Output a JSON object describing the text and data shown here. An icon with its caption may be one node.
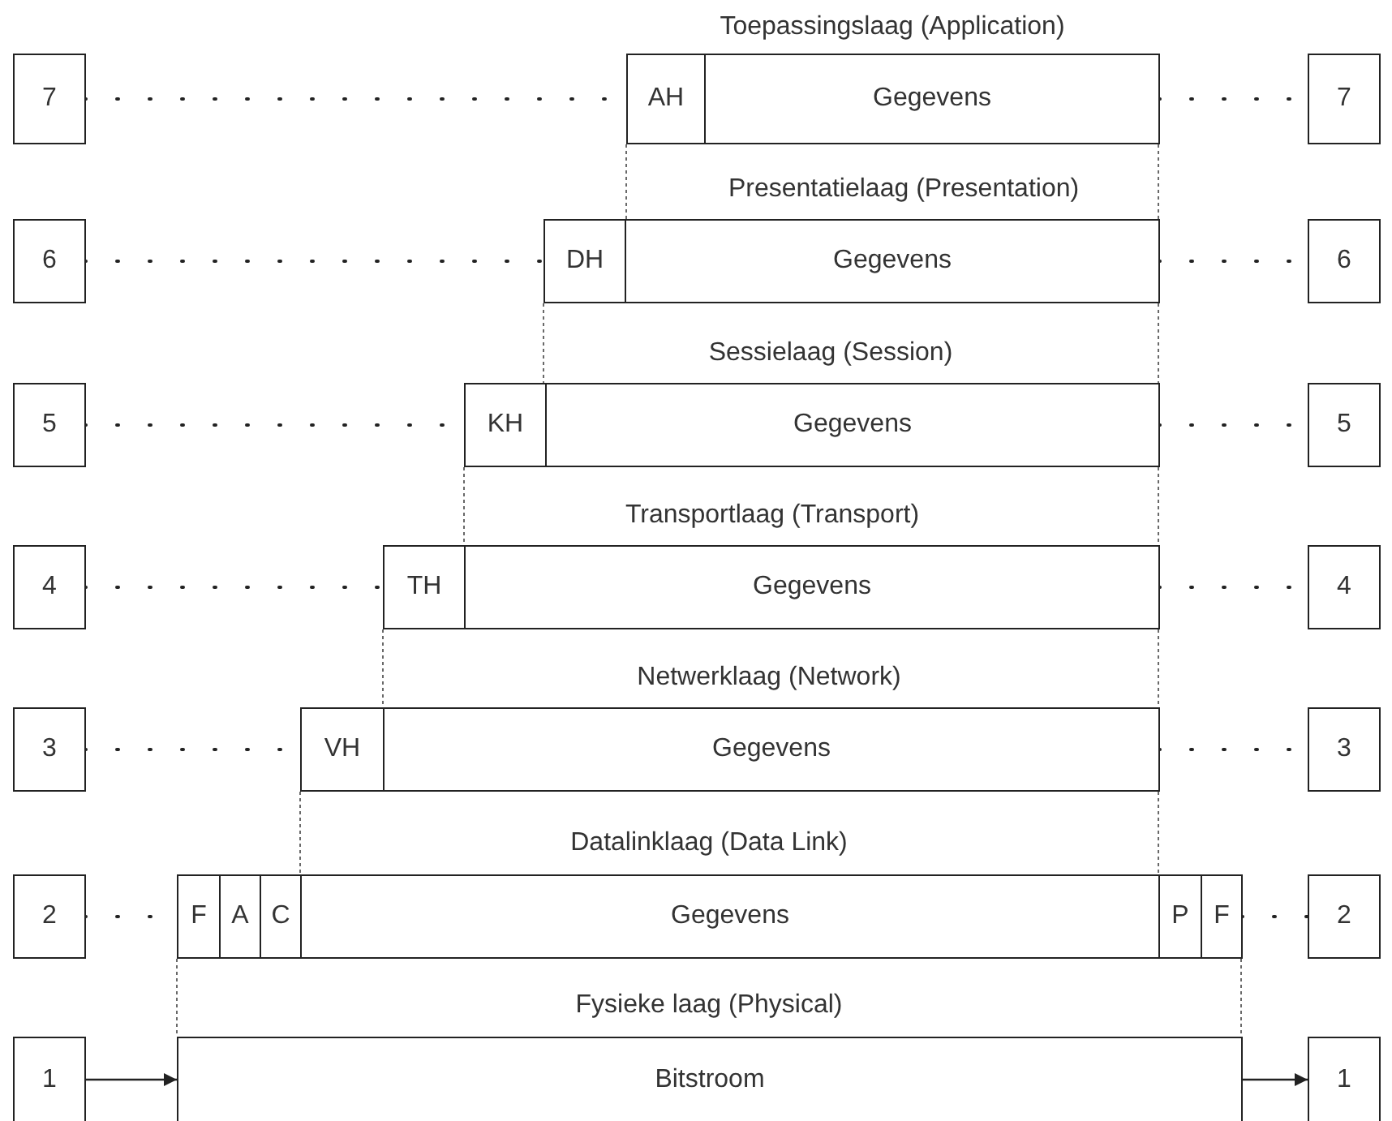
{
  "diagram": {
    "nodes": [
      {
        "text": [
          "7"
        ]
      },
      {
        "text": [
          "AH"
        ]
      },
      {
        "text": [
          "Gegevens"
        ]
      },
      {
        "text": [
          "7"
        ]
      },
      {
        "text": [
          "6"
        ]
      },
      {
        "text": [
          "DH"
        ]
      },
      {
        "text": [
          "Gegevens"
        ]
      },
      {
        "text": [
          "6"
        ]
      },
      {
        "text": [
          "5"
        ]
      },
      {
        "text": [
          "KH"
        ]
      },
      {
        "text": [
          "Gegevens"
        ]
      },
      {
        "text": [
          "5"
        ]
      },
      {
        "text": [
          "4"
        ]
      },
      {
        "text": [
          "TH"
        ]
      },
      {
        "text": [
          "Gegevens"
        ]
      },
      {
        "text": [
          "4"
        ]
      },
      {
        "text": [
          "3"
        ]
      },
      {
        "text": [
          "VH"
        ]
      },
      {
        "text": [
          "Gegevens"
        ]
      },
      {
        "text": [
          "3"
        ]
      },
      {
        "text": [
          "2"
        ]
      },
      {
        "text": [
          "F"
        ]
      },
      {
        "text": [
          "A"
        ]
      },
      {
        "text": [
          "C"
        ]
      },
      {
        "text": [
          "Gegevens"
        ]
      },
      {
        "text": [
          "P"
        ]
      },
      {
        "text": [
          "F"
        ]
      },
      {
        "text": [
          "2"
        ]
      },
      {
        "text": [
          "1"
        ]
      },
      {
        "text": [
          "Bitstroom"
        ]
      },
      {
        "text": [
          "1"
        ]
      }
    ],
    "edges": [
      {
        "from": 0,
        "to": 1,
        "arrow": "none",
        "style": "dashed"
      },
      {
        "from": 2,
        "to": 3,
        "arrow": "none",
        "style": "dashed"
      },
      {
        "from": 4,
        "to": 5,
        "arrow": "none",
        "style": "dashed"
      },
      {
        "from": 6,
        "to": 7,
        "arrow": "none",
        "style": "dashed"
      },
      {
        "from": 8,
        "to": 9,
        "arrow": "none",
        "style": "dashed"
      },
      {
        "from": 10,
        "to": 11,
        "arrow": "none",
        "style": "dashed"
      },
      {
        "from": 12,
        "to": 13,
        "arrow": "none",
        "style": "dashed"
      },
      {
        "from": 14,
        "to": 15,
        "arrow": "none",
        "style": "dashed"
      },
      {
        "from": 16,
        "to": 17,
        "arrow": "none",
        "style": "dashed"
      },
      {
        "from": 18,
        "to": 19,
        "arrow": "none",
        "style": "dashed"
      },
      {
        "from": 20,
        "to": 21,
        "arrow": "none",
        "style": "dashed"
      },
      {
        "from": 26,
        "to": 27,
        "arrow": "none",
        "style": "dashed"
      },
      {
        "from": 28,
        "to": 29,
        "arrow": "to"
      },
      {
        "from": 29,
        "to": 30,
        "arrow": "to"
      }
    ],
    "labels": [
      "Toepassingslaag (Application)",
      "Presentatielaag (Presentation)",
      "Sessielaag (Session)",
      "Transportlaag (Transport)",
      "Netwerklaag (Network)",
      "Datalinklaag (Data Link)",
      "Fysieke laag (Physical)"
    ]
  }
}
